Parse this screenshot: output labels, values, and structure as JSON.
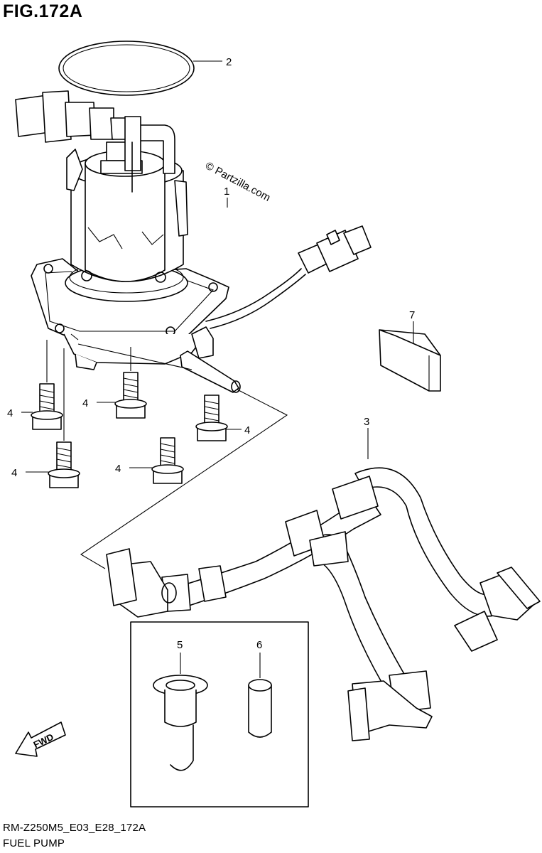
{
  "figure": {
    "title": "FIG.172A",
    "code": "RM-Z250M5_E03_E28_172A",
    "caption": "FUEL PUMP"
  },
  "watermark": "© Partzilla.com",
  "callouts": [
    {
      "id": "c2",
      "label": "2"
    },
    {
      "id": "c1",
      "label": "1"
    },
    {
      "id": "c7",
      "label": "7"
    },
    {
      "id": "c3",
      "label": "3"
    },
    {
      "id": "c4a",
      "label": "4"
    },
    {
      "id": "c4b",
      "label": "4"
    },
    {
      "id": "c4c",
      "label": "4"
    },
    {
      "id": "c4d",
      "label": "4"
    },
    {
      "id": "c4e",
      "label": "4"
    },
    {
      "id": "c5",
      "label": "5"
    },
    {
      "id": "c6",
      "label": "6"
    }
  ],
  "fwd_label": "FWD"
}
